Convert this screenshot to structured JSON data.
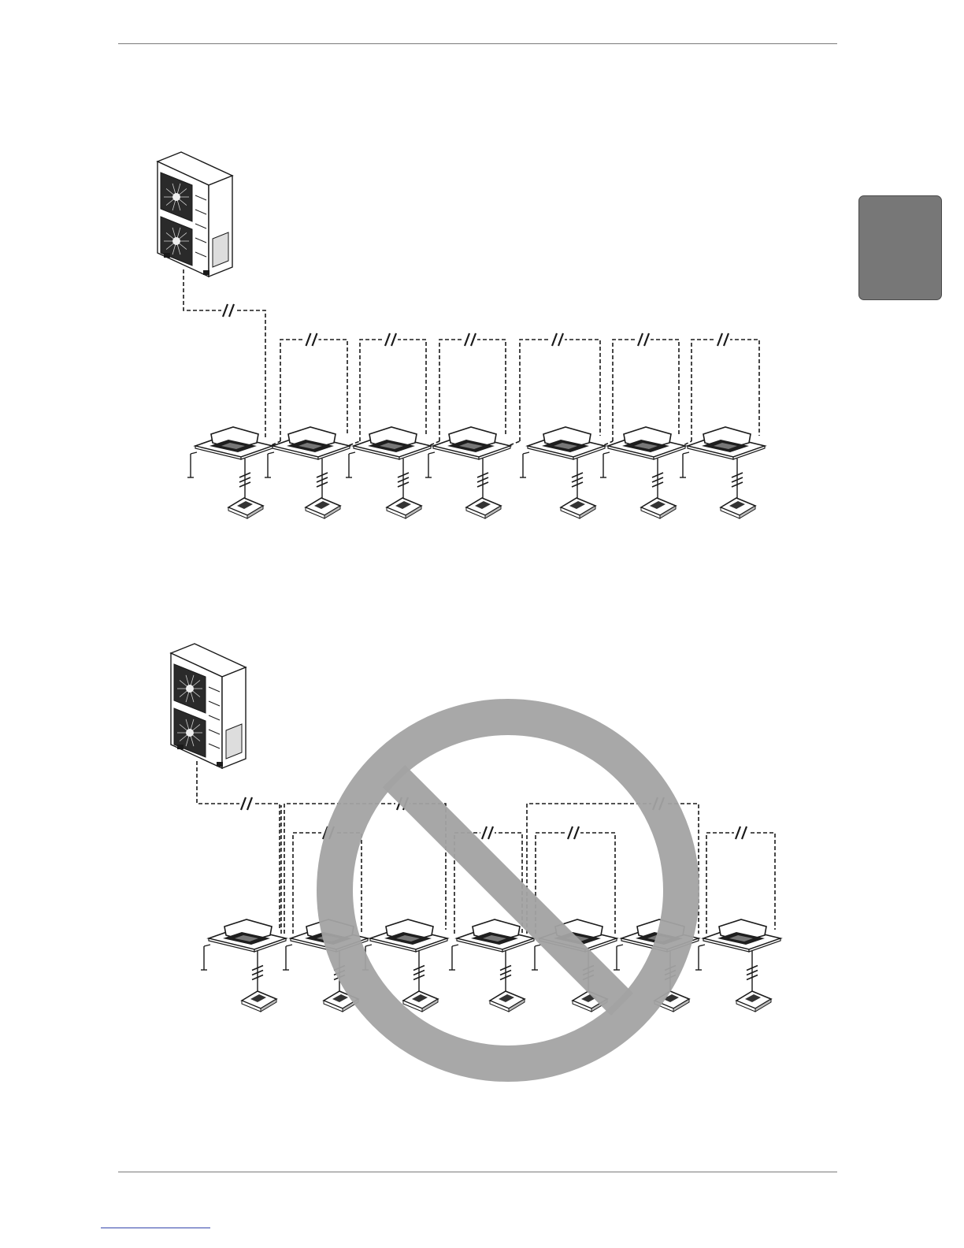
{
  "page": {
    "colors": {
      "tab": "#777777",
      "rule": "#7a7a7a",
      "prohibition": "#a3a3a3",
      "line": "#1a1a1a",
      "link": "#3344aa"
    }
  },
  "diagrams": [
    {
      "name": "correct-wiring",
      "outdoor_units": 1,
      "indoor_units": 7,
      "remote_controllers": 7,
      "prohibited": false
    },
    {
      "name": "incorrect-wiring",
      "outdoor_units": 1,
      "indoor_units": 7,
      "remote_controllers": 7,
      "prohibited": true
    }
  ]
}
